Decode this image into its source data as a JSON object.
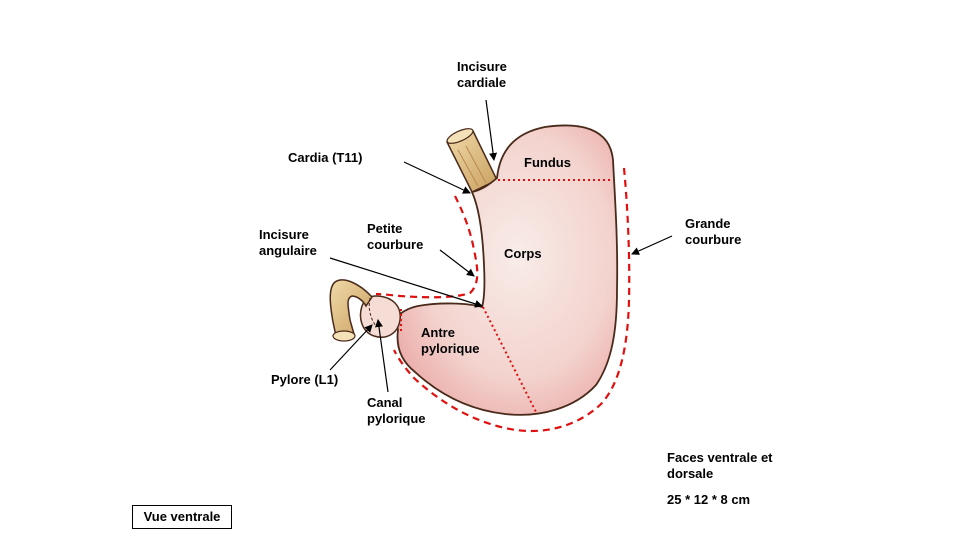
{
  "labels": {
    "incisure_cardiale": "Incisure\ncardiale",
    "cardia": "Cardia (T11)",
    "fundus": "Fundus",
    "petite_courbure": "Petite\ncourbure",
    "incisure_angulaire": "Incisure\nangulaire",
    "corps": "Corps",
    "grande_courbure": "Grande\ncourbure",
    "antre_pylorique": "Antre\npylorique",
    "pylore": "Pylore (L1)",
    "canal_pylorique": "Canal\npylorique"
  },
  "info": {
    "faces": "Faces ventrale et\ndorsale",
    "dimensions": "25 * 12 * 8 cm"
  },
  "view": "Vue ventrale",
  "colors": {
    "outline": "#4a2a1a",
    "stomach_fill": "#f7e1dc",
    "stomach_shade": "#e9a2a0",
    "dashed_red": "#e01010",
    "esophagus": "#e4c48c",
    "duodenum": "#e0b878"
  }
}
